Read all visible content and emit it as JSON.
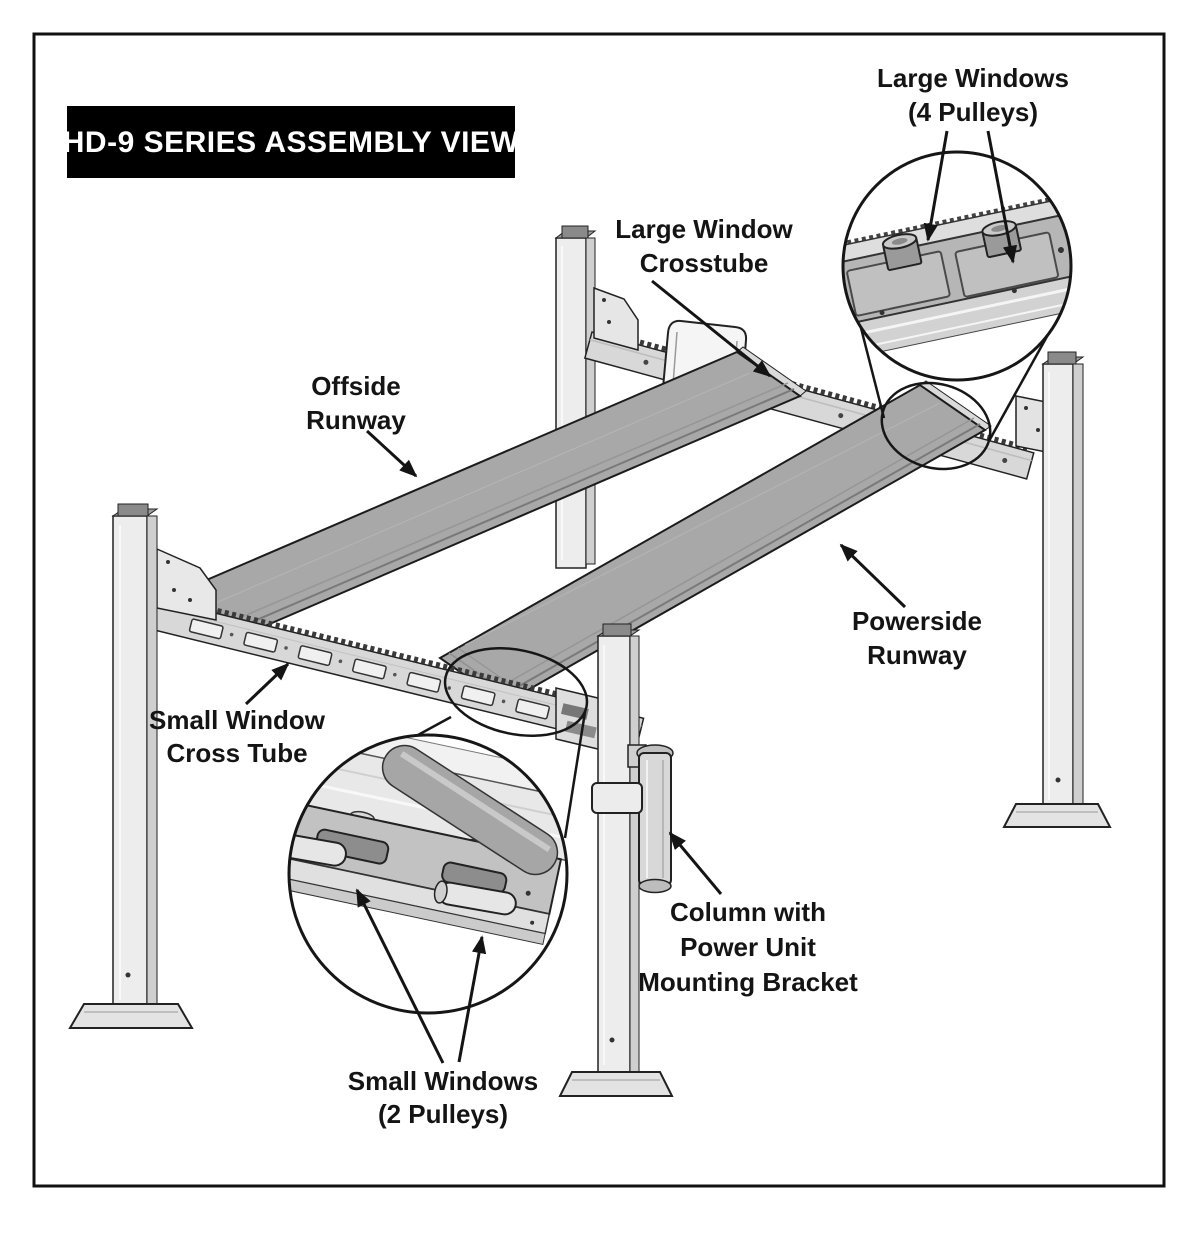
{
  "title": "HD-9 SERIES ASSEMBLY VIEW",
  "colors": {
    "background": "#ffffff",
    "line": "#141414",
    "title_bg": "#000000",
    "title_text": "#ffffff",
    "runway_gray": "#a8a8a8",
    "crosstube_gray": "#d8d8d8",
    "column_gray": "#ededed",
    "detail_tube_gray": "#b6b6b6"
  },
  "labels": {
    "large_windows": {
      "line1": "Large Windows",
      "line2": "(4 Pulleys)"
    },
    "large_window_crosstube": {
      "line1": "Large Window",
      "line2": "Crosstube"
    },
    "offside_runway": {
      "line1": "Offside",
      "line2": "Runway"
    },
    "powerside_runway": {
      "line1": "Powerside",
      "line2": "Runway"
    },
    "small_window_cross_tube": {
      "line1": "Small Window",
      "line2": "Cross Tube"
    },
    "small_windows": {
      "line1": "Small Windows",
      "line2": "(2 Pulleys)"
    },
    "column_power_unit": {
      "line1": "Column with",
      "line2": "Power Unit",
      "line3": "Mounting Bracket"
    }
  }
}
